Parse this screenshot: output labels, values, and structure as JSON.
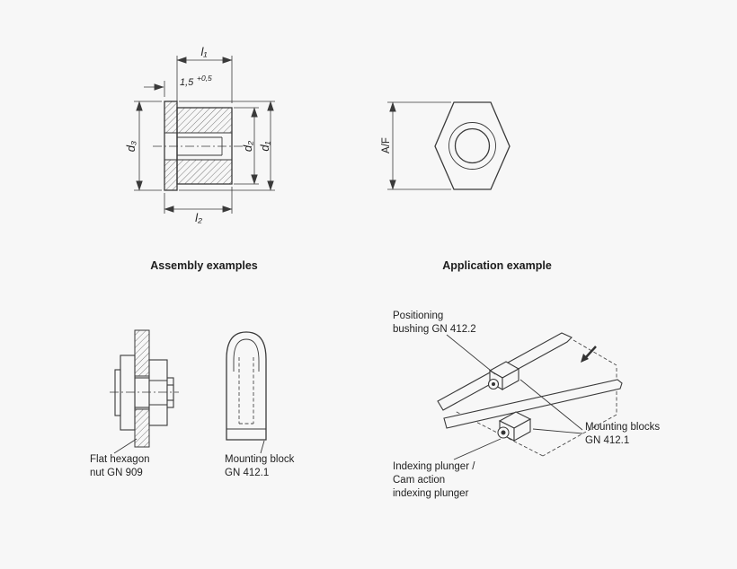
{
  "canvas": {
    "background_color": "#f7f7f7",
    "line_color": "#3a3a3a"
  },
  "headings": {
    "assembly": "Assembly examples",
    "application": "Application example"
  },
  "dimension_labels": {
    "l1": "l₁",
    "flange_base": "1,5",
    "flange_sup": "+0,5",
    "d3": "d₃",
    "d2": "d₂",
    "d1": "d₁",
    "l2": "l₂",
    "af": "A/F"
  },
  "assembly_labels": {
    "flat_nut": {
      "lines": [
        "Flat hexagon",
        "nut GN 909"
      ]
    },
    "mounting_block": {
      "lines": [
        "Mounting block",
        "GN 412.1"
      ]
    }
  },
  "application_callouts": {
    "positioning": {
      "lines": [
        "Positioning",
        "bushing GN 412.2"
      ]
    },
    "mounting_blocks": {
      "lines": [
        "Mounting blocks",
        "GN 412.1"
      ]
    },
    "indexing": {
      "lines": [
        "Indexing plunger /",
        "Cam action",
        "indexing plunger"
      ]
    }
  }
}
